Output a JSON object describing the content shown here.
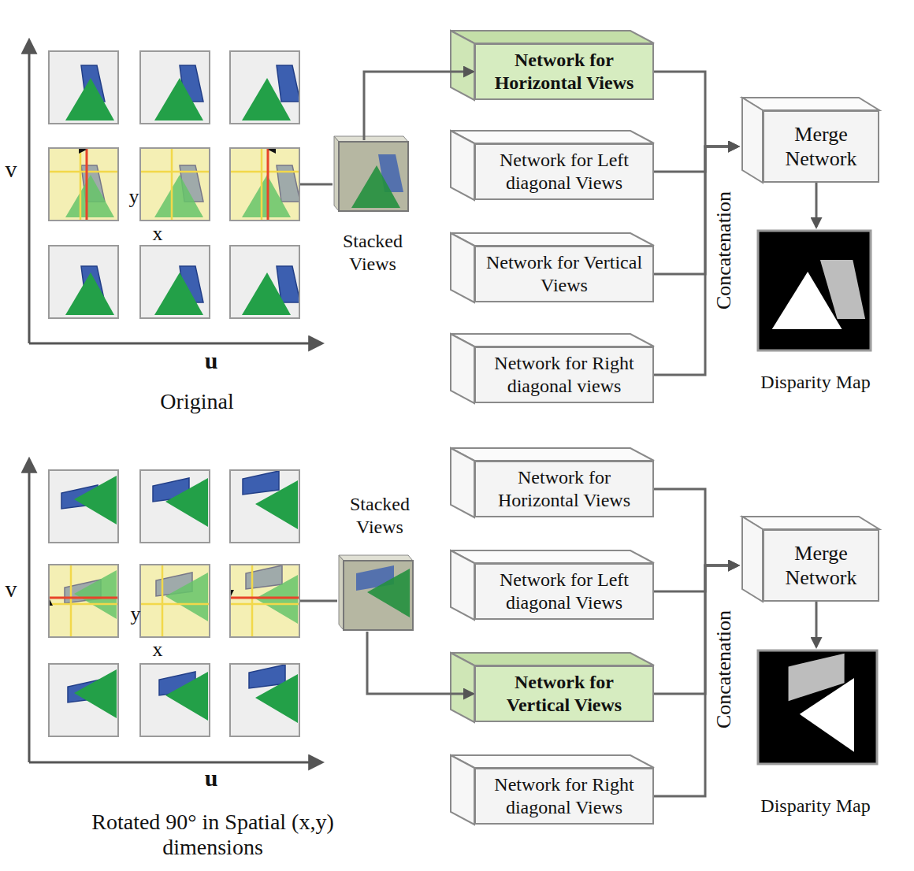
{
  "diagram": {
    "nodes": [
      {
        "text": [
          "Stacked Views"
        ]
      },
      {
        "text": [
          "Network for Horizontal Views"
        ]
      },
      {
        "text": [
          "Network for Left diagonal Views"
        ]
      },
      {
        "text": [
          "Network for Vertical Views"
        ]
      },
      {
        "text": [
          "Network for Right diagonal views"
        ]
      },
      {
        "text": [
          "Merge Network"
        ]
      },
      {
        "text": [
          "Disparity Map"
        ]
      },
      {
        "text": [
          "Stacked Views"
        ]
      },
      {
        "text": [
          "Network for Horizontal Views"
        ]
      },
      {
        "text": [
          "Network for Left diagonal Views"
        ]
      },
      {
        "text": [
          "Network for Vertical Views"
        ]
      },
      {
        "text": [
          "Network for Right diagonal Views"
        ]
      },
      {
        "text": [
          "Merge Network"
        ]
      },
      {
        "text": [
          "Disparity Map"
        ]
      }
    ],
    "edges": [
      {
        "from": 0,
        "to": 1,
        "arrow": "to"
      },
      {
        "from": 1,
        "to": 5,
        "arrow": "to"
      },
      {
        "from": 2,
        "to": 5,
        "arrow": "to"
      },
      {
        "from": 3,
        "to": 5,
        "arrow": "to"
      },
      {
        "from": 4,
        "to": 5,
        "arrow": "to"
      },
      {
        "from": 5,
        "to": 6,
        "arrow": "to"
      },
      {
        "from": 7,
        "to": 10,
        "arrow": "to"
      },
      {
        "from": 8,
        "to": 12,
        "arrow": "to"
      },
      {
        "from": 9,
        "to": 12,
        "arrow": "to"
      },
      {
        "from": 10,
        "to": 12,
        "arrow": "to"
      },
      {
        "from": 11,
        "to": 12,
        "arrow": "to"
      },
      {
        "from": 12,
        "to": 13,
        "arrow": "to"
      }
    ],
    "labels": [
      "v",
      "u",
      "y",
      "x",
      "Original",
      "Concatenation",
      "v",
      "u",
      "y",
      "x",
      "Rotated 90° in Spatial (x,y) dimensions",
      "Concatenation"
    ]
  }
}
